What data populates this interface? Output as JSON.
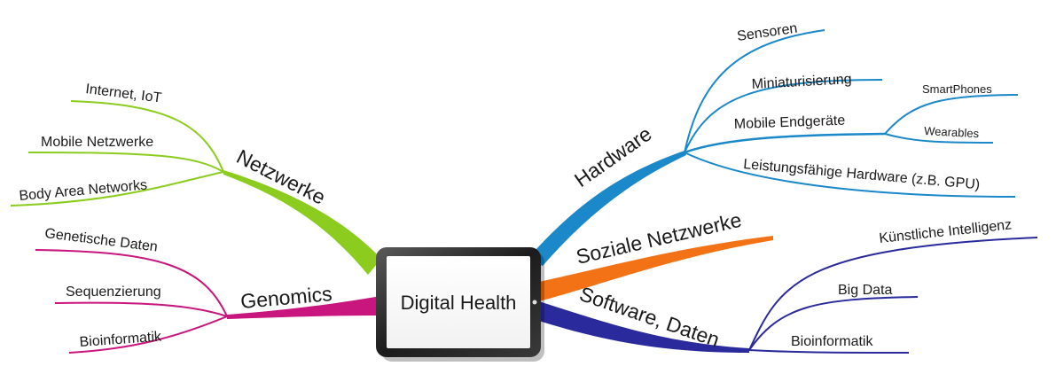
{
  "center": {
    "label": "Digital Health"
  },
  "colors": {
    "netzwerke": "#8ccc1e",
    "genomics": "#c8167e",
    "hardware": "#1a88c9",
    "soziale": "#f47216",
    "software": "#2a2a9c"
  },
  "branches": {
    "netzwerke": {
      "label": "Netzwerke",
      "children": [
        "Internet, IoT",
        "Mobile Netzwerke",
        "Body Area Networks"
      ]
    },
    "genomics": {
      "label": "Genomics",
      "children": [
        "Genetische Daten",
        "Sequenzierung",
        "Bioinformatik"
      ]
    },
    "hardware": {
      "label": "Hardware",
      "children": [
        "Sensoren",
        "Miniaturisierung",
        "Mobile Endgeräte",
        "Leistungsfähige Hardware (z.B. GPU)"
      ],
      "grandchildren": [
        "SmartPhones",
        "Wearables"
      ]
    },
    "soziale": {
      "label": "Soziale Netzwerke"
    },
    "software": {
      "label": "Software, Daten",
      "children": [
        "Künstliche Intelligenz",
        "Big Data",
        "Bioinformatik"
      ]
    }
  }
}
